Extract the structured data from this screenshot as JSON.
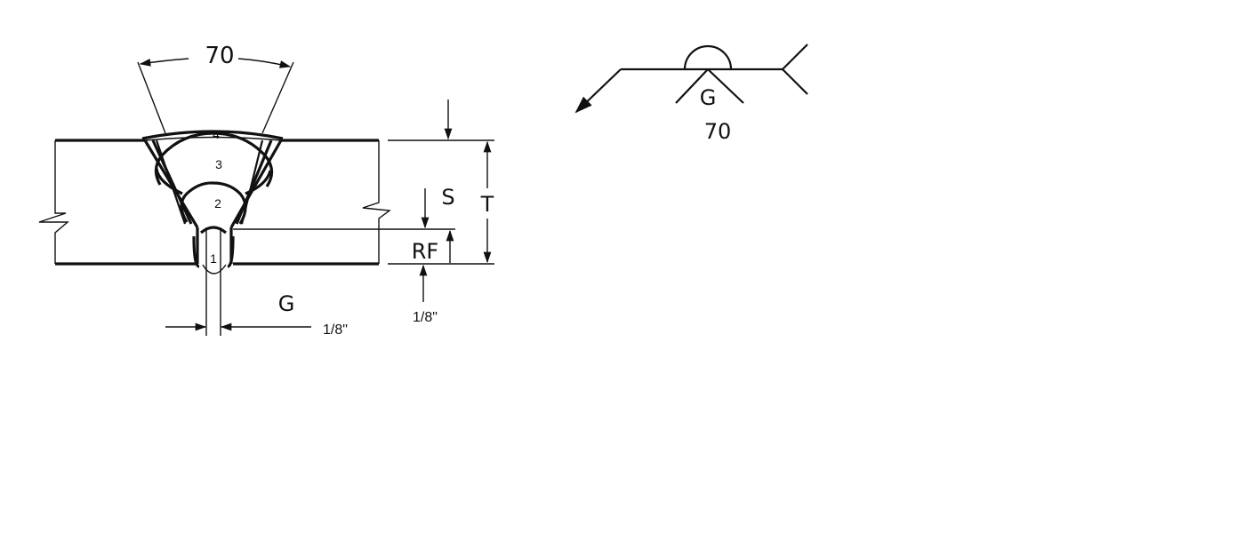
{
  "joint": {
    "groove_angle": "70",
    "root_gap": "G",
    "depth": "S",
    "thickness": "T",
    "root_face": "RF",
    "gap_dimension": "1/8\"",
    "root_face_dimension": "1/8\"",
    "passes": [
      "1",
      "2",
      "3",
      "4"
    ]
  },
  "symbol": {
    "gap_label": "G",
    "angle_label": "70"
  },
  "colors": {
    "line": "#111111",
    "background": "#ffffff"
  }
}
